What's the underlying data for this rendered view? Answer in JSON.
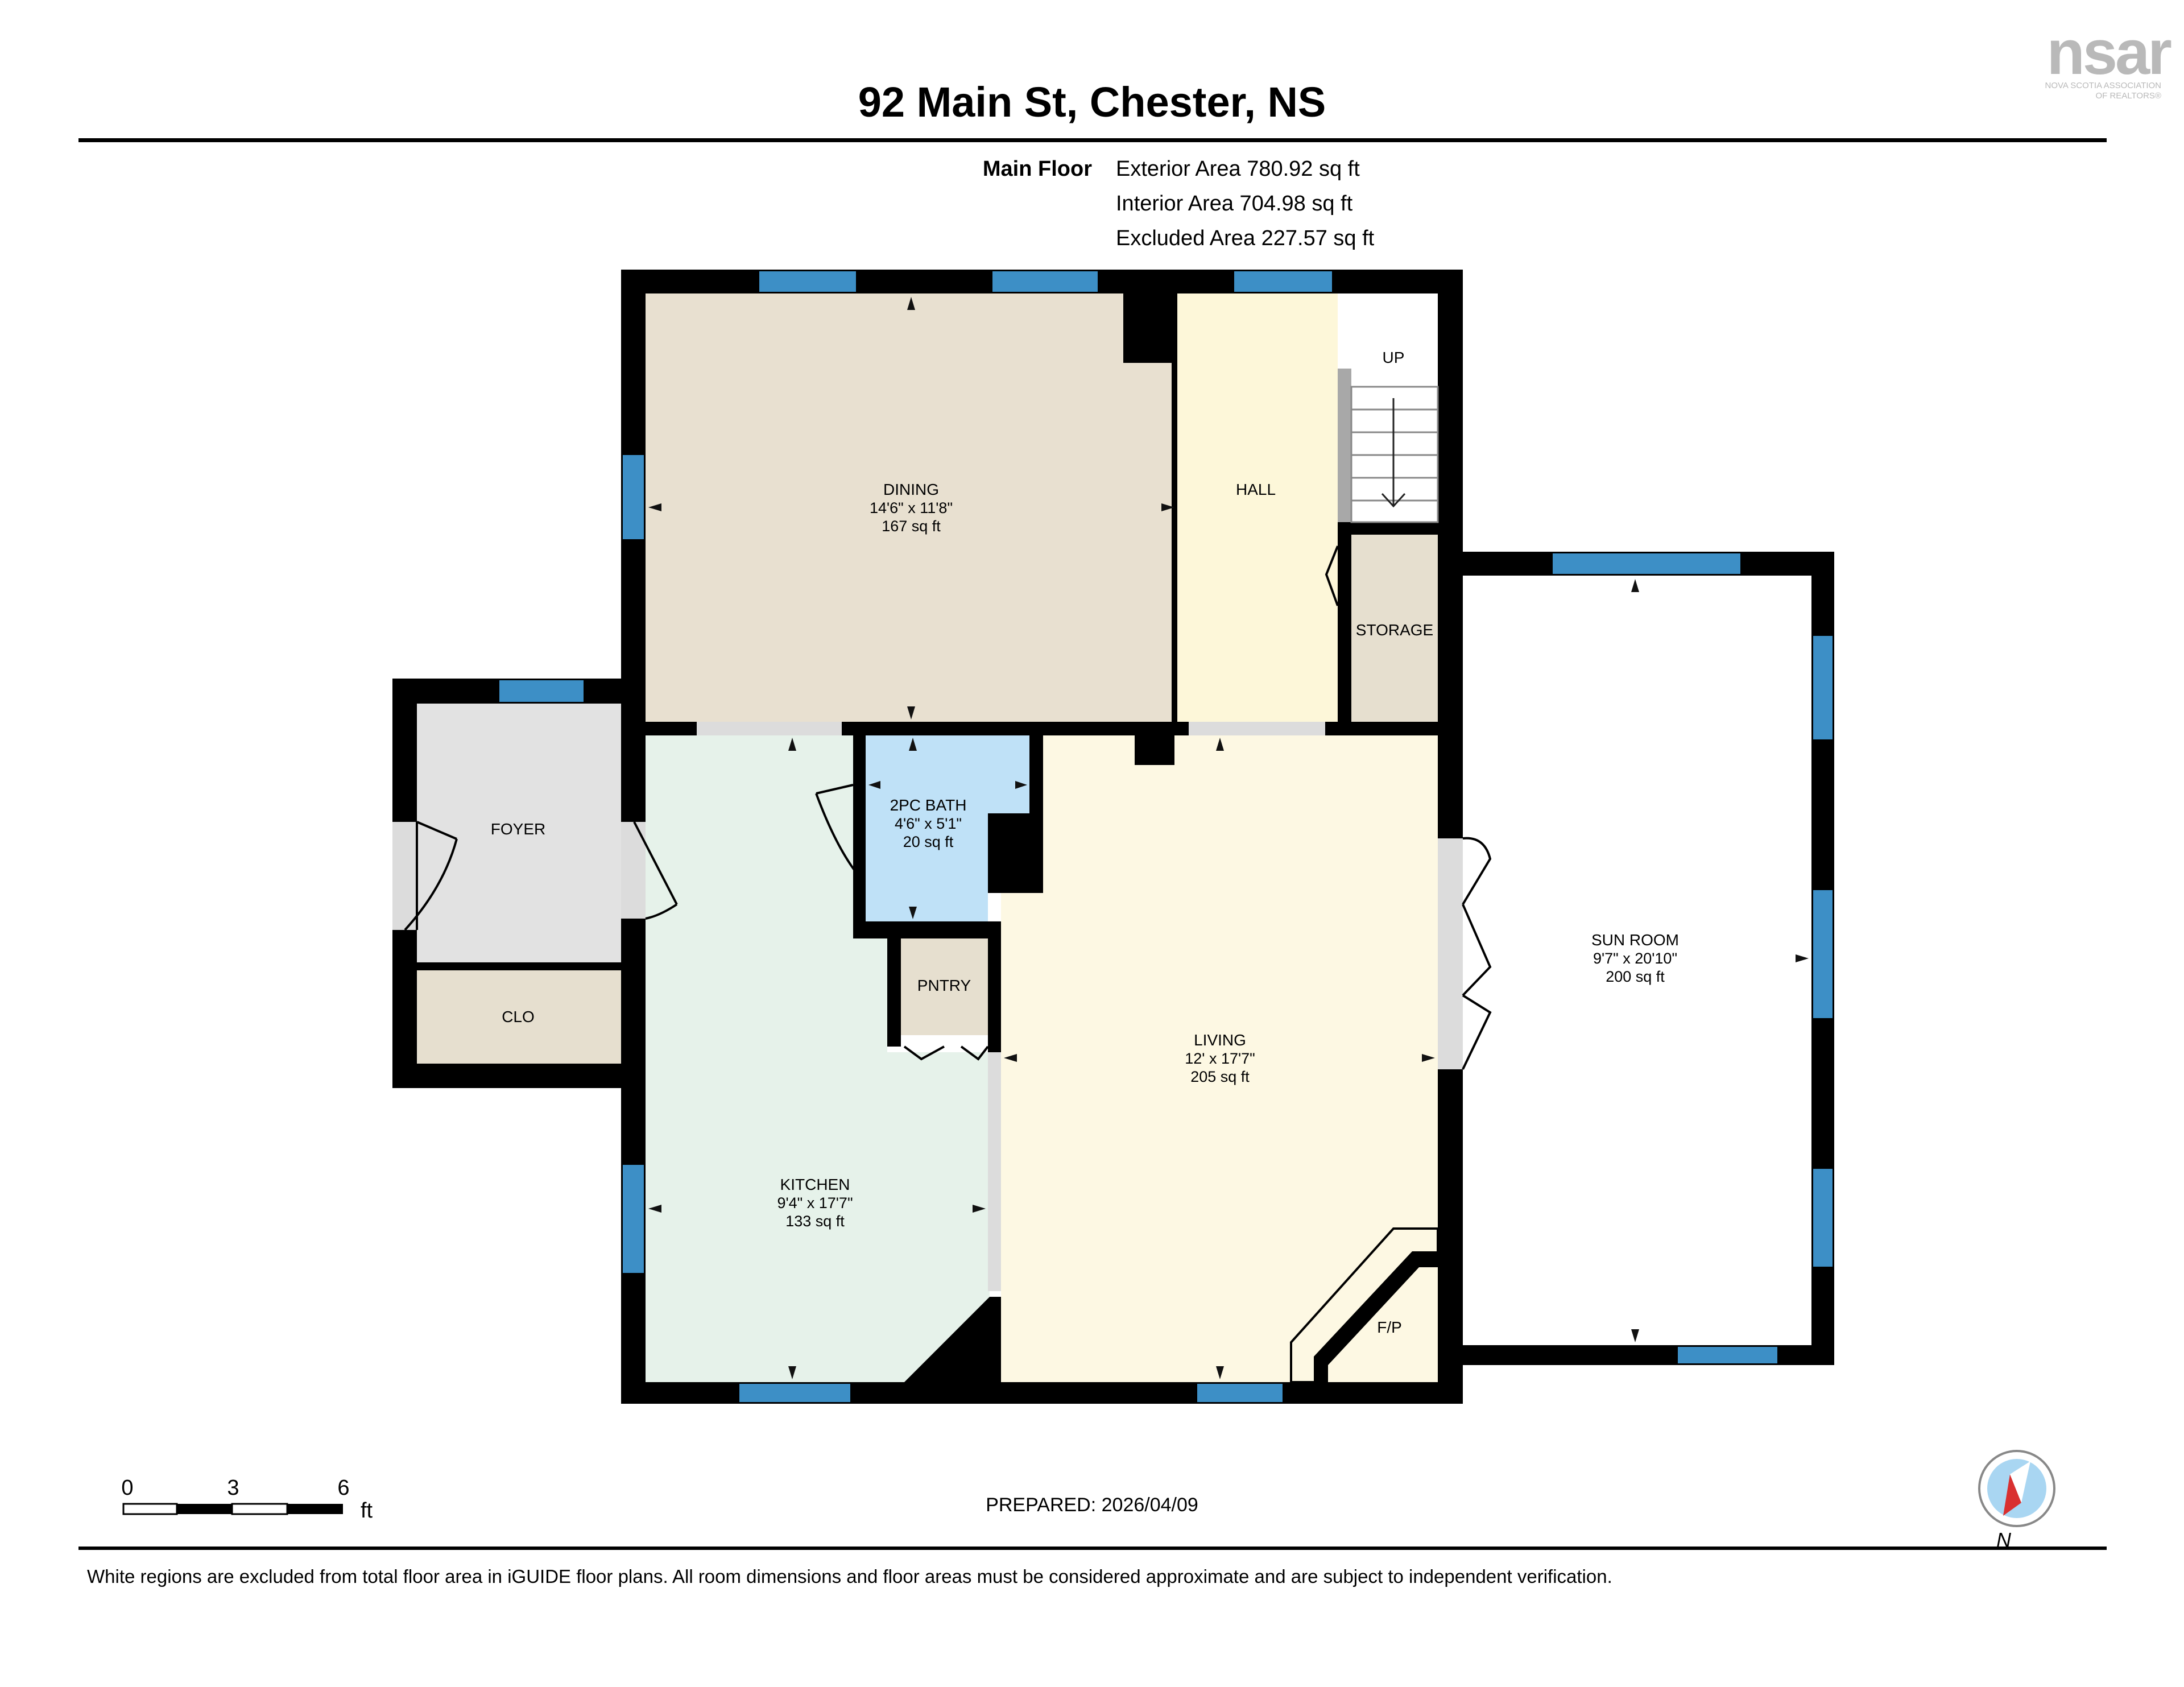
{
  "header": {
    "title": "92 Main St, Chester, NS",
    "floor_label": "Main Floor",
    "exterior_area": "Exterior Area 780.92 sq ft",
    "interior_area": "Interior Area 704.98 sq ft",
    "excluded_area": "Excluded Area 227.57 sq ft"
  },
  "logo": {
    "text": "nsar",
    "sub1": "NOVA SCOTIA ASSOCIATION",
    "sub2": "OF REALTORS®"
  },
  "rooms": {
    "dining": {
      "name": "DINING",
      "dims": "14'6\" x 11'8\"",
      "area": "167 sq ft"
    },
    "hall": {
      "name": "HALL"
    },
    "up": {
      "name": "UP"
    },
    "storage": {
      "name": "STORAGE"
    },
    "foyer": {
      "name": "FOYER"
    },
    "clo": {
      "name": "CLO"
    },
    "bath": {
      "name": "2PC BATH",
      "dims": "4'6\" x 5'1\"",
      "area": "20 sq ft"
    },
    "pantry": {
      "name": "PNTRY"
    },
    "kitchen": {
      "name": "KITCHEN",
      "dims": "9'4\" x 17'7\"",
      "area": "133 sq ft"
    },
    "living": {
      "name": "LIVING",
      "dims": "12' x 17'7\"",
      "area": "205 sq ft"
    },
    "fireplace": {
      "name": "F/P"
    },
    "sunroom": {
      "name": "SUN ROOM",
      "dims": "9'7\" x 20'10\"",
      "area": "200 sq ft"
    }
  },
  "scale": {
    "tick0": "0",
    "tick1": "3",
    "tick2": "6",
    "unit": "ft"
  },
  "compass": {
    "label": "N"
  },
  "prepared": "PREPARED: 2026/04/09",
  "footer": "White regions are excluded from total floor area in iGUIDE floor plans. All room dimensions and floor areas must be considered approximate and are subject to independent verification.",
  "colors": {
    "wall": "#000000",
    "window": "#3d8fc6",
    "dining": "#e8e0d0",
    "hall": "#fdf7d9",
    "storage": "#e6dfcf",
    "foyer": "#e2e2e2",
    "clo": "#e6dfcf",
    "kitchen": "#e6f2ea",
    "bath": "#bfe1f7",
    "pantry": "#e6dfcf",
    "living": "#fdf8e3",
    "fireplace": "#fdf8e3",
    "sunroom": "#ffffff",
    "compass": "#d93030"
  }
}
